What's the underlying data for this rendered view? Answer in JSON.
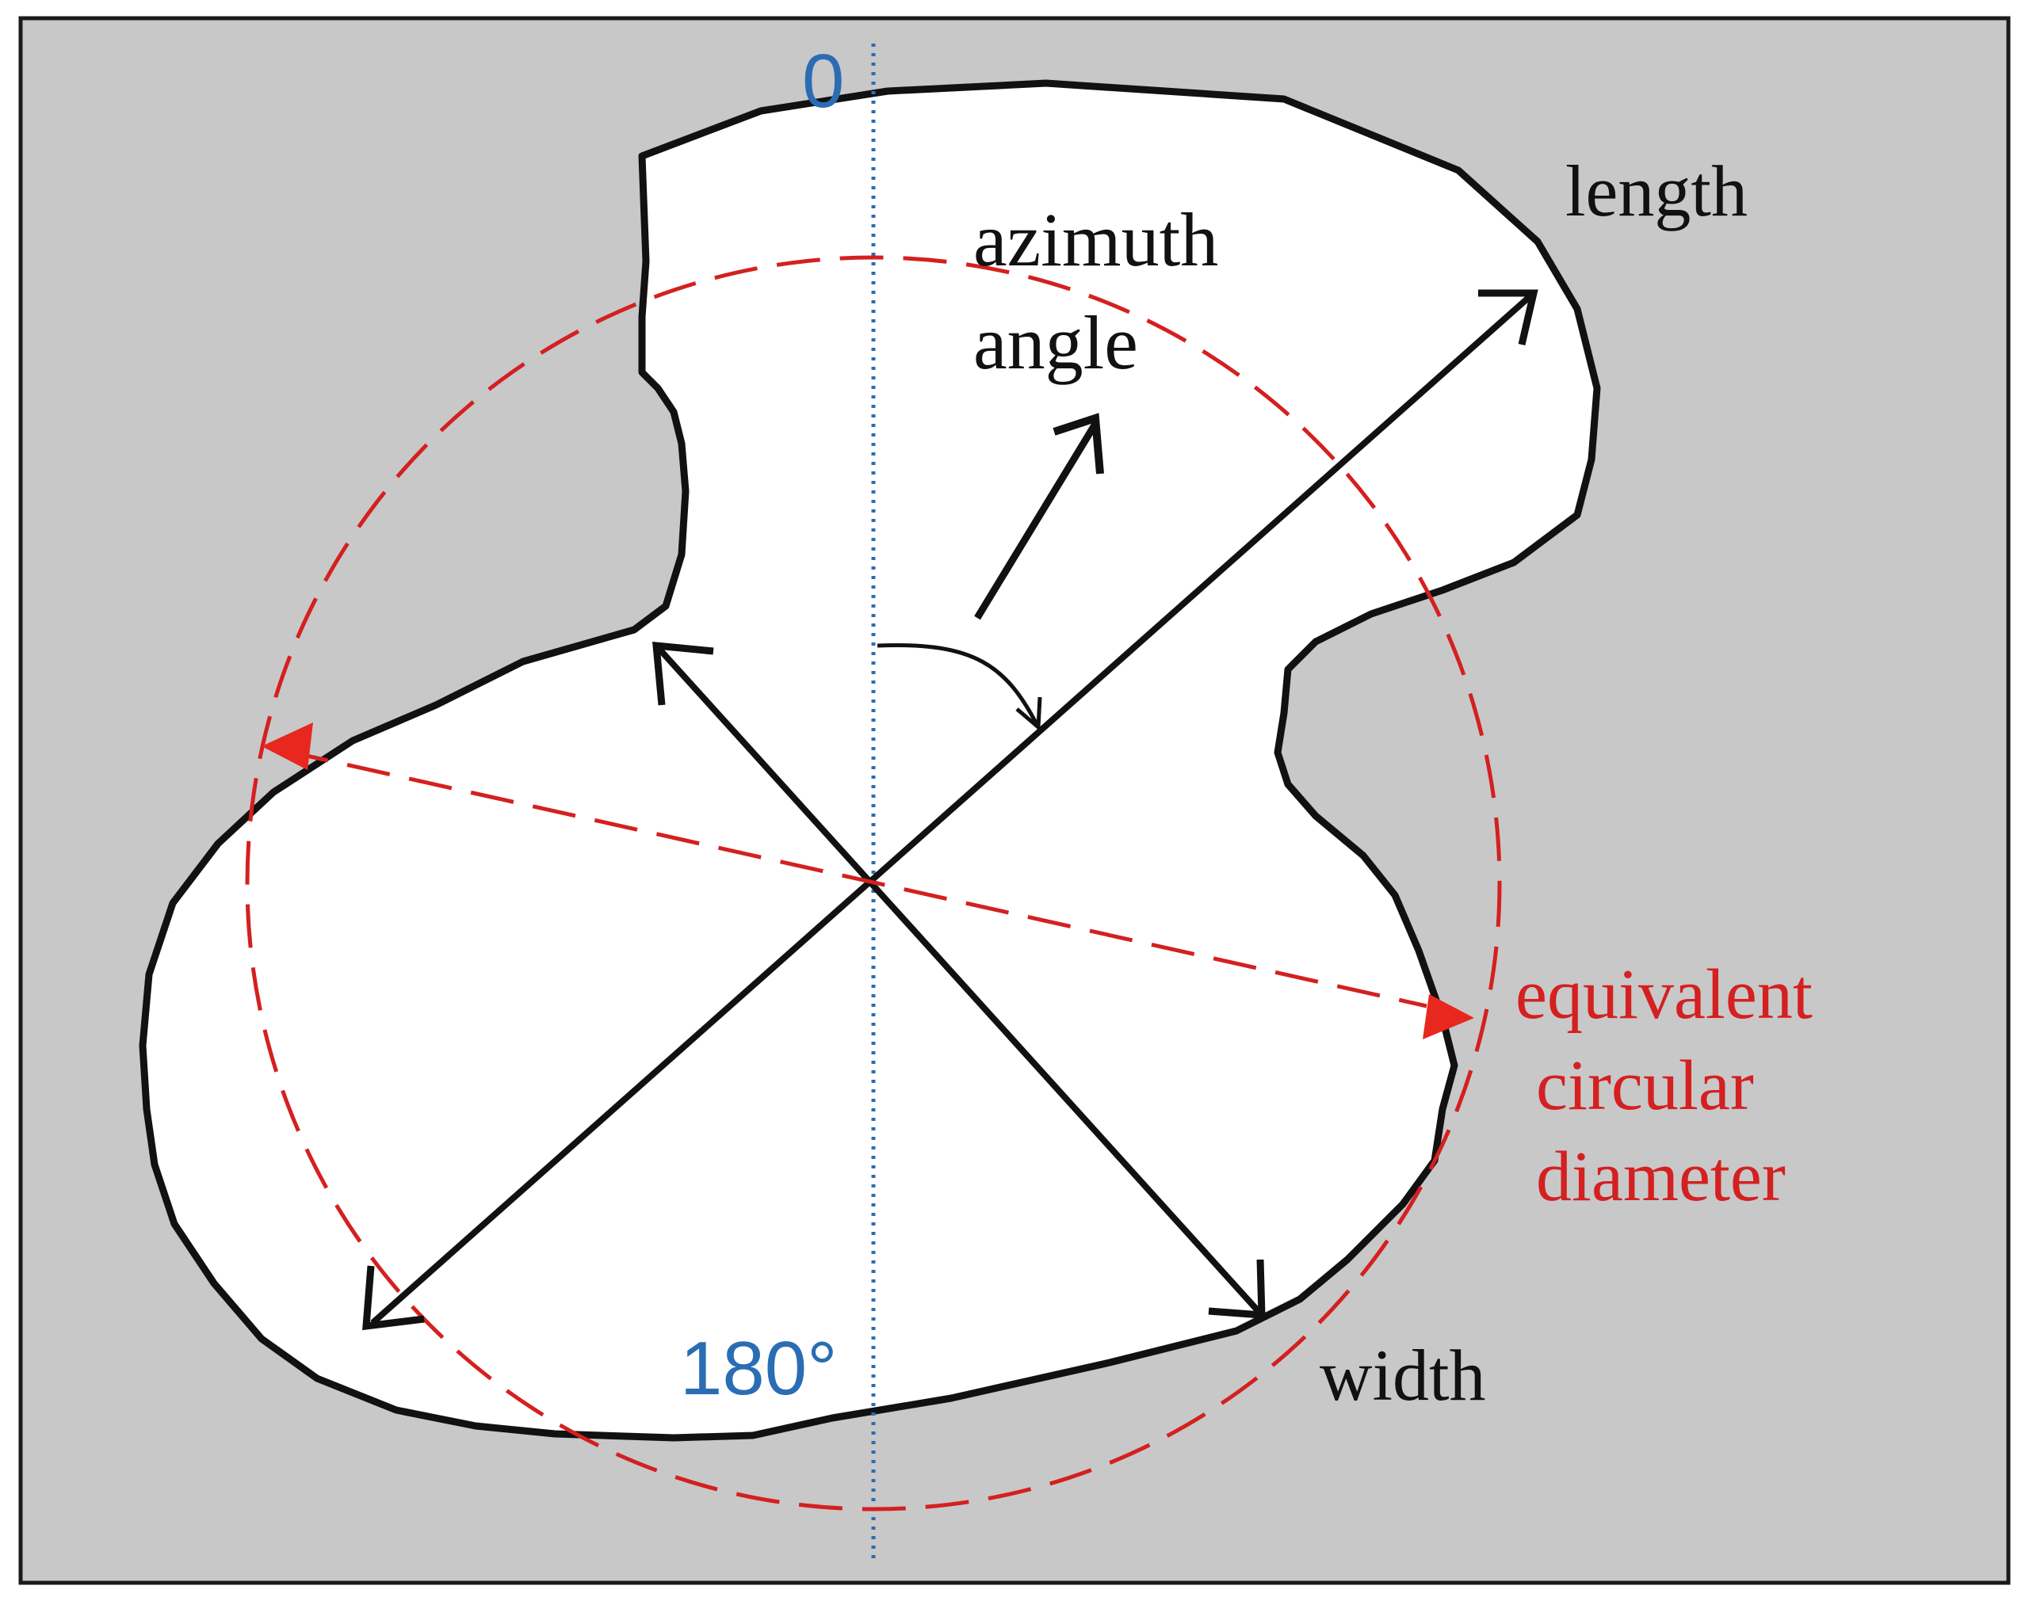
{
  "labels": {
    "zero": "0",
    "one_eighty": "180°",
    "azimuth_line1": "azimuth",
    "azimuth_line2": "angle",
    "length": "length",
    "width": "width",
    "ecd_line1": "equivalent",
    "ecd_line2": "circular",
    "ecd_line3": "diameter"
  },
  "colors": {
    "background": "#c8c8c8",
    "frame": "#1a1a1a",
    "particle_fill": "#ffffff",
    "particle_outline": "#111111",
    "axis_blue": "#2a6db3",
    "red": "#d42020",
    "text_black": "#111111"
  }
}
